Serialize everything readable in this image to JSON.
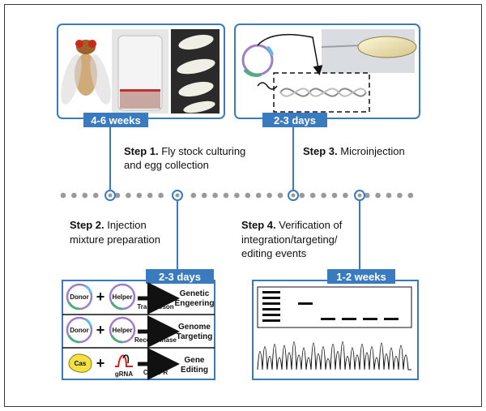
{
  "durations": {
    "step1": "4-6 weeks",
    "step3": "2-3 days",
    "step2": "2-3 days",
    "step4": "1-2 weeks"
  },
  "steps": {
    "step1": {
      "number": "Step 1.",
      "line1": "Fly stock culturing",
      "line2": "and egg collection"
    },
    "step3": {
      "number": "Step 3.",
      "line1": "Microinjection"
    },
    "step2": {
      "number": "Step 2.",
      "line1": "Injection",
      "line2": "mixture preparation"
    },
    "step4": {
      "number": "Step 4.",
      "line1": "Verification of",
      "line2": "integration/targeting/",
      "line3": "editing events"
    }
  },
  "mixtures": [
    {
      "left": "Donor",
      "plus": "+",
      "right": "Helper",
      "method": "Transposon",
      "result_line1": "Genetic",
      "result_line2": "Engeering"
    },
    {
      "left": "Donor",
      "plus": "+",
      "right": "Helper",
      "method": "Recombinase",
      "result_line1": "Genome",
      "result_line2": "Targeting"
    },
    {
      "left": "Cas",
      "plus": "+",
      "right": "gRNA",
      "method": "CRISPR",
      "result_line1": "Gene",
      "result_line2": "Editing"
    }
  ],
  "colors": {
    "accent": "#3a7bbf",
    "badge": "#3a7bbf",
    "timeline_dot": "#9a9a9a",
    "plasmid_purple": "#9b7fc9",
    "plasmid_green": "#4caf7a",
    "plasmid_cyan": "#5bc0de",
    "cas_yellow": "#f3e042",
    "grna_red": "#d02020"
  }
}
